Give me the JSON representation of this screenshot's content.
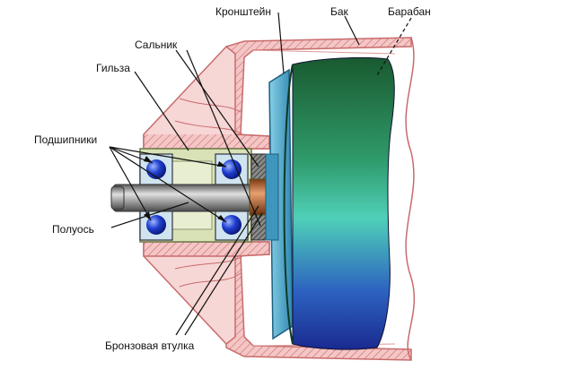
{
  "labels": {
    "bracket": "Кронштейн",
    "tank": "Бак",
    "drum": "Барабан",
    "oil_seal": "Сальник",
    "sleeve": "Гильза",
    "bearings": "Подшипники",
    "half_axle": "Полуось",
    "bronze_bushing": "Бронзовая втулка"
  },
  "colors": {
    "housing_fill": "#f3c4c4",
    "housing_stroke": "#c76a6a",
    "drum_top": "#1b6a3a",
    "drum_mid": "#44c9b0",
    "drum_bottom": "#1b2f9b",
    "bracket_fill": "#4ea7c8",
    "bearing_ball": "#1a2ec0",
    "sleeve_fill": "#d9e3b8",
    "shaft": "#7d7d7d",
    "bushing": "#b8622a"
  }
}
